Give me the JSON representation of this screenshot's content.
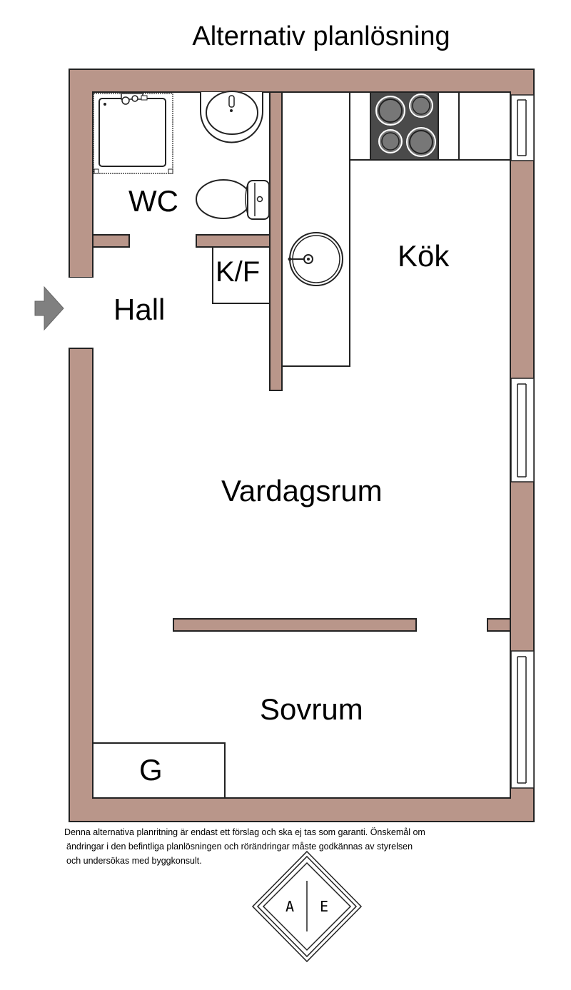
{
  "title": "Alternativ planlösning",
  "rooms": {
    "wc": "WC",
    "kf": "K/F",
    "kok": "Kök",
    "hall": "Hall",
    "vardagsrum": "Vardagsrum",
    "sovrum": "Sovrum",
    "g": "G"
  },
  "disclaimer": {
    "line1": "Denna alternativa planritning är endast ett förslag och ska ej tas som garanti. Önskemål om",
    "line2": "ändringar i den befintliga planlösningen och rörändringar måste godkännas av styrelsen",
    "line3": "och undersökas med byggkonsult."
  },
  "logo": {
    "left": "A",
    "right": "E"
  },
  "colors": {
    "wall": "#b9968a",
    "outline": "#222222",
    "stove": "#4a4a4a",
    "entry_arrow": "#808080"
  }
}
